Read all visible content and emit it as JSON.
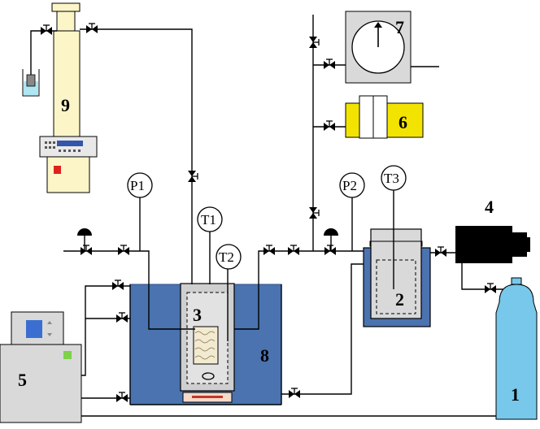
{
  "diagram": {
    "gauges": {
      "p1": "P1",
      "p2": "P2",
      "t1": "T1",
      "t2": "T2",
      "t3": "T3"
    },
    "components": {
      "gas_cylinder": "1",
      "reference_cell": "2",
      "sample_cell": "3",
      "vacuum_pump": "4",
      "thermostat": "5",
      "flow_meter": "6",
      "pressure_recorder": "7",
      "water_bath": "8",
      "syringe_pump": "9"
    },
    "colors": {
      "bath_water": "#4a73b0",
      "cylinder": "#77c8ea",
      "flow_meter": "#f2e400",
      "syringe_pump": "#fbf5c8",
      "equipment_gray": "#d9d9d9",
      "thermostat_indicator": "#7ed14a",
      "pump_alarm": "#e02020"
    }
  }
}
